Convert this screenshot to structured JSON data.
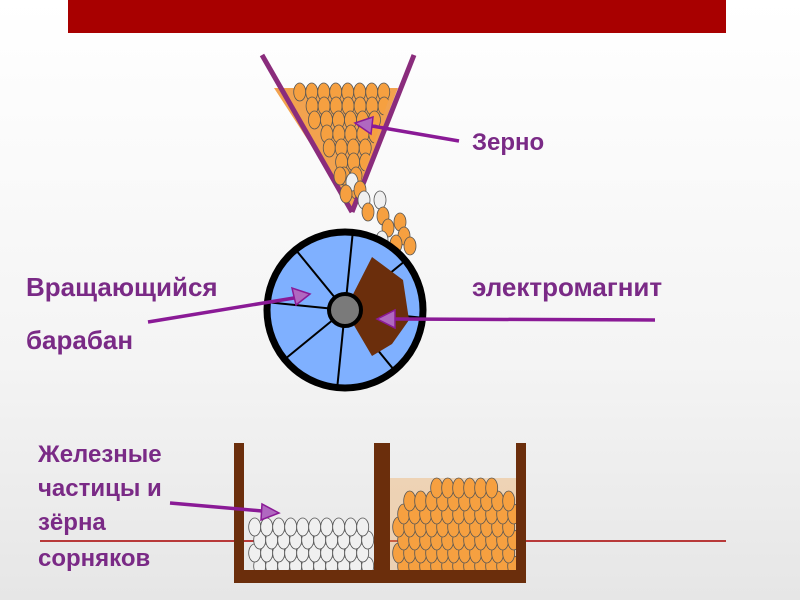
{
  "labels": {
    "grain": "Зерно",
    "drum_line1": "Вращающийся",
    "drum_line2": "барабан",
    "electromagnet": "электромагнит",
    "iron_line1": "Железные",
    "iron_line2": "частицы и",
    "iron_line3": "зёрна",
    "iron_line4": "сорняков"
  },
  "colors": {
    "top_bar": "#a80000",
    "grain_fill": "#f6a040",
    "hopper_fill": "#f2a24e",
    "hopper_edge": "#8a2c7c",
    "drum_fill": "#7fb0ff",
    "drum_rim": "#000000",
    "magnet": "#6b2e0c",
    "arrow": "#8a1a96",
    "bin": "#6b2e0c",
    "weed_seed": "#f0f0f0",
    "floor_line": "#a80000"
  }
}
